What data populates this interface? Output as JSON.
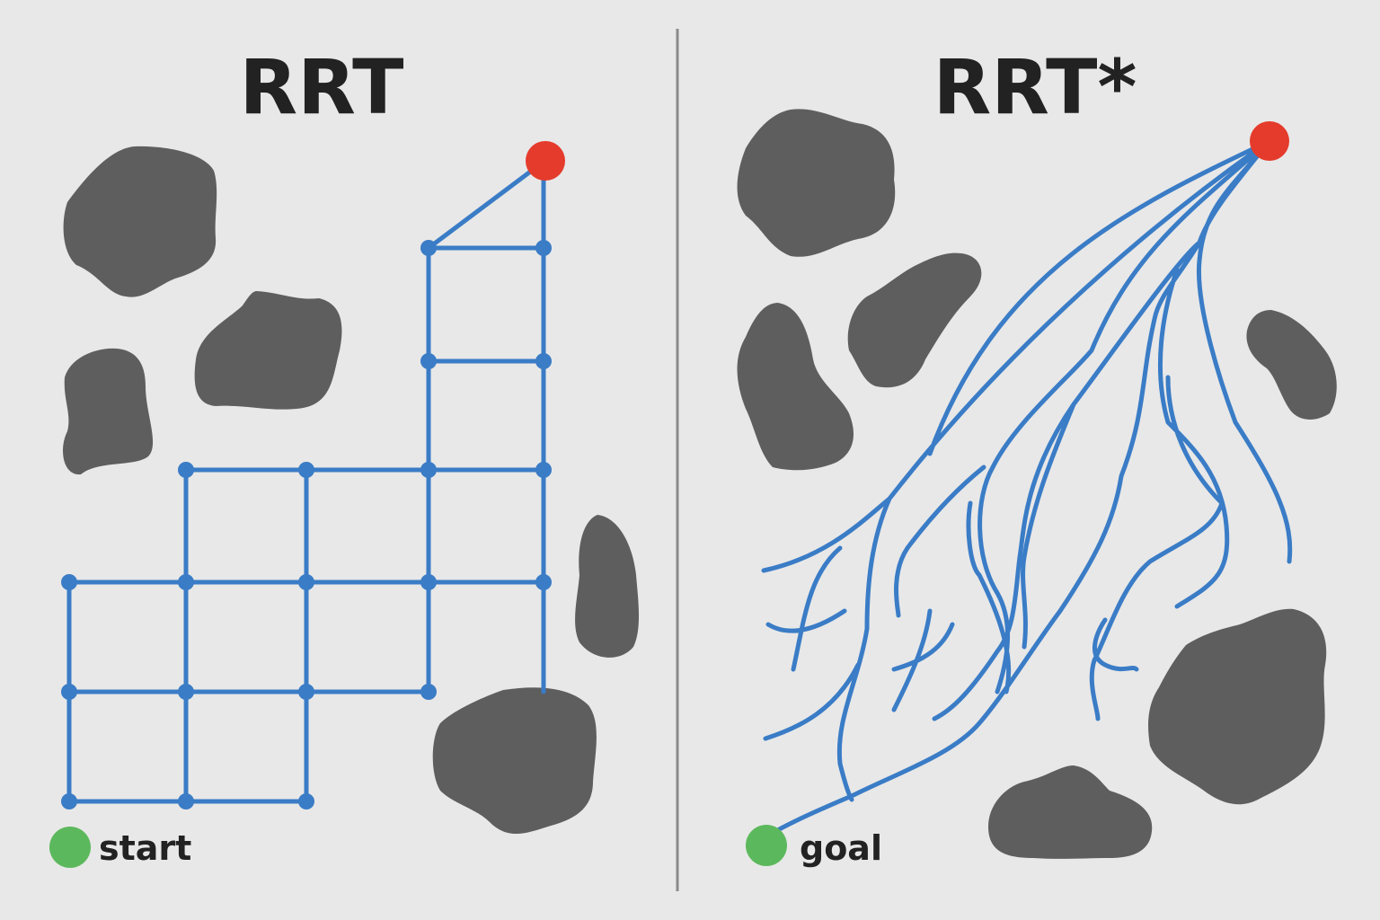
{
  "colors": {
    "background": "#e8e8e8",
    "obstacle": "#5e5e5e",
    "tree": "#3a7cc6",
    "start_marker": "#5cb85c",
    "goal_marker": "#e53b2c",
    "divider": "#8a8a8a",
    "text": "#222222"
  },
  "left_panel": {
    "title": "RRT",
    "start_label": "start"
  },
  "right_panel": {
    "title": "RRT*",
    "start_label": "goal"
  }
}
